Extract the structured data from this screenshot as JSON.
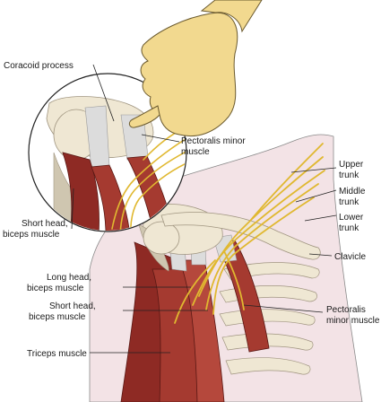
{
  "labels": {
    "coracoid_process": "Coracoid process",
    "pectoralis_minor_upper": [
      "Pectoralis minor",
      "muscle"
    ],
    "short_head_upper": [
      "Short head,",
      "biceps muscle"
    ],
    "upper_trunk": [
      "Upper",
      "trunk"
    ],
    "middle_trunk": [
      "Middle",
      "trunk"
    ],
    "lower_trunk": [
      "Lower",
      "trunk"
    ],
    "clavicle": "Clavicle",
    "long_head": [
      "Long head,",
      "biceps muscle"
    ],
    "short_head_lower": [
      "Short head,",
      "biceps muscle"
    ],
    "pectoralis_minor_lower": [
      "Pectoralis",
      "minor muscle"
    ],
    "triceps": "Triceps muscle"
  },
  "colors": {
    "hand": "#f2d98f",
    "hand_outline": "#6b5a2e",
    "skin": "#f3e3e6",
    "bone": "#efe7d3",
    "bone_shade": "#cfc6b0",
    "muscle_dark": "#8e2a24",
    "muscle_light": "#c9958a",
    "tendon": "#dcdcdc",
    "nerve": "#e0b830",
    "leader": "#222222"
  }
}
